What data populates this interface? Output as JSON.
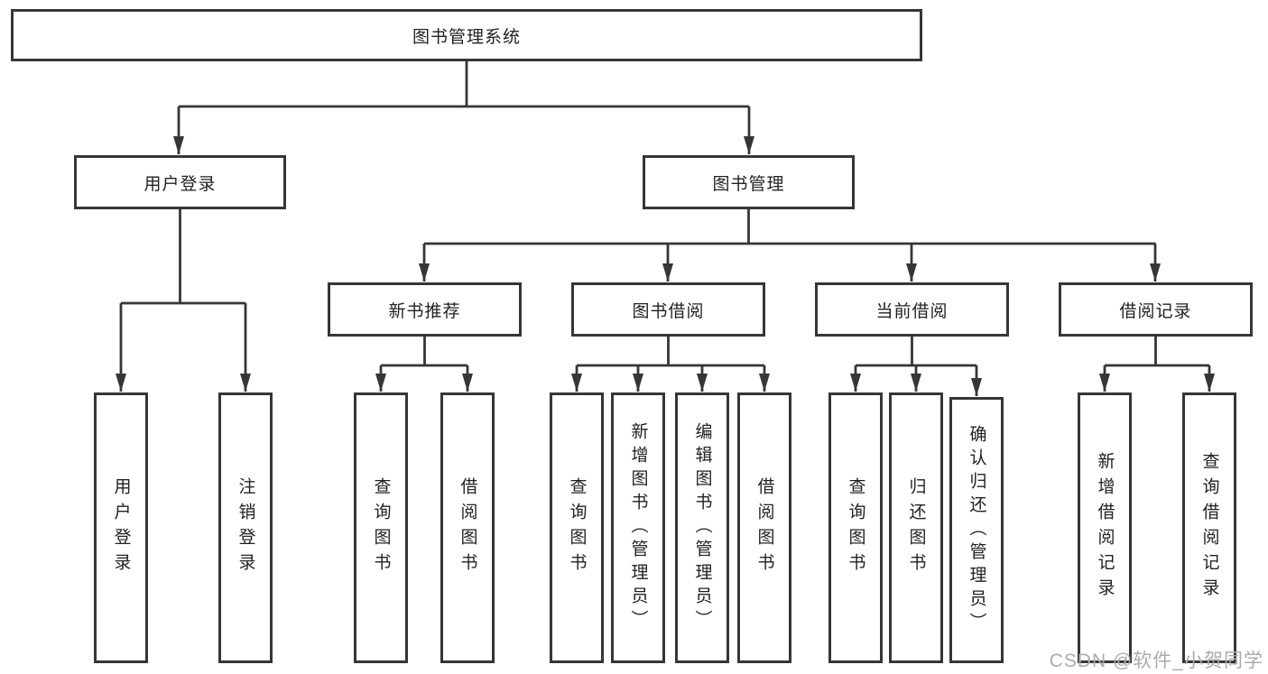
{
  "diagram_title": "图书管理系统",
  "tree": {
    "root": {
      "label": "图书管理系统"
    },
    "user_login": {
      "label": "用户登录",
      "children": {
        "login": {
          "label": "用户登录"
        },
        "logout": {
          "label": "注销登录"
        }
      }
    },
    "book_mgmt": {
      "label": "图书管理",
      "children": {
        "new_book": {
          "label": "新书推荐",
          "children": {
            "query": {
              "label": "查询图书"
            },
            "borrow": {
              "label": "借阅图书"
            }
          }
        },
        "book_borrow": {
          "label": "图书借阅",
          "children": {
            "query": {
              "label": "查询图书"
            },
            "add": {
              "label": "新增图书（管理员）"
            },
            "edit": {
              "label": "编辑图书（管理员）"
            },
            "borrow": {
              "label": "借阅图书"
            }
          }
        },
        "current_borrow": {
          "label": "当前借阅",
          "children": {
            "query": {
              "label": "查询图书"
            },
            "return": {
              "label": "归还图书"
            },
            "confirm": {
              "label": "确认归还（管理员）"
            }
          }
        },
        "borrow_records": {
          "label": "借阅记录",
          "children": {
            "add": {
              "label": "新增借阅记录"
            },
            "query": {
              "label": "查询借阅记录"
            }
          }
        }
      }
    }
  },
  "watermark": {
    "text": "CSDN @软件_小贺同学"
  },
  "colors": {
    "line": "#363636",
    "box_border": "#363636",
    "text": "#222222",
    "background": "#ffffff",
    "watermark": "#ababab"
  }
}
